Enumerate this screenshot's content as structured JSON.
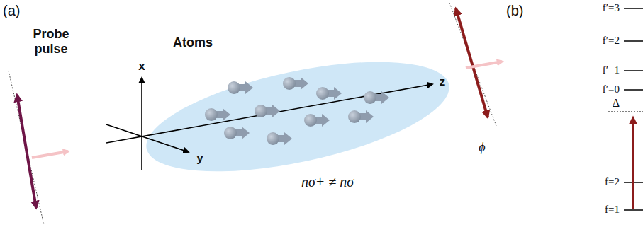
{
  "diagram": {
    "labels": [
      "(a)",
      "Probe pulse",
      "Atoms",
      "x",
      "y",
      "z",
      "nσ+ ≠ nσ−",
      "ϕ",
      "(b)",
      "f′=3",
      "f′=2",
      "f′=1",
      "f′=0",
      "Δ",
      "f=2",
      "f=1"
    ]
  }
}
